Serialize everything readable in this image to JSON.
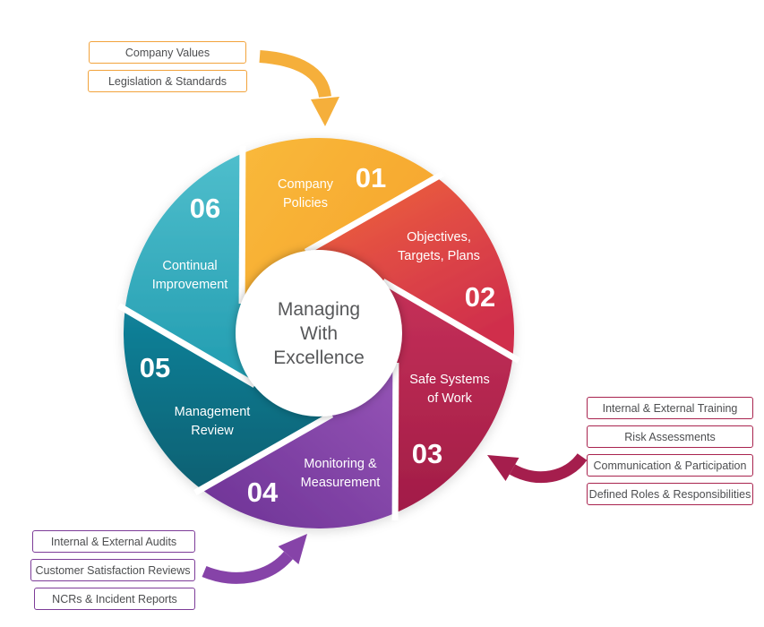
{
  "diagram": {
    "center": {
      "line1": "Managing",
      "line2": "With",
      "line3": "Excellence",
      "text_color": "#57585A"
    },
    "segments": [
      {
        "number": "01",
        "label1": "Company",
        "label2": "Policies",
        "color_start": "#F9B93B",
        "color_end": "#F6A62E"
      },
      {
        "number": "02",
        "label1": "Objectives,",
        "label2": "Targets, Plans",
        "color_start": "#F0663C",
        "color_end": "#D02F4C"
      },
      {
        "number": "03",
        "label1": "Safe Systems",
        "label2": "of Work",
        "color_start": "#C63158",
        "color_end": "#A11C47"
      },
      {
        "number": "04",
        "label1": "Monitoring &",
        "label2": "Measurement",
        "color_start": "#9655B7",
        "color_end": "#6D3295"
      },
      {
        "number": "05",
        "label1": "Management",
        "label2": "Review",
        "color_start": "#12829A",
        "color_end": "#0A6072"
      },
      {
        "number": "06",
        "label1": "Continual",
        "label2": "Improvement",
        "color_start": "#4FBECC",
        "color_end": "#219CB0"
      }
    ]
  },
  "callouts": {
    "top": {
      "accent": "#F2A33C",
      "arrow_color": "#F5AF3B",
      "items": [
        "Company Values",
        "Legislation & Standards"
      ]
    },
    "right": {
      "accent": "#A9244F",
      "arrow_color": "#A51E4D",
      "items": [
        "Internal & External Training",
        "Risk Assessments",
        "Communication & Participation",
        "Defined Roles & Responsibilities"
      ]
    },
    "bottom_left": {
      "accent": "#7D3C98",
      "arrow_color": "#8643A8",
      "items": [
        "Internal & External Audits",
        "Customer Satisfaction Reviews",
        "NCRs & Incident Reports"
      ]
    }
  }
}
